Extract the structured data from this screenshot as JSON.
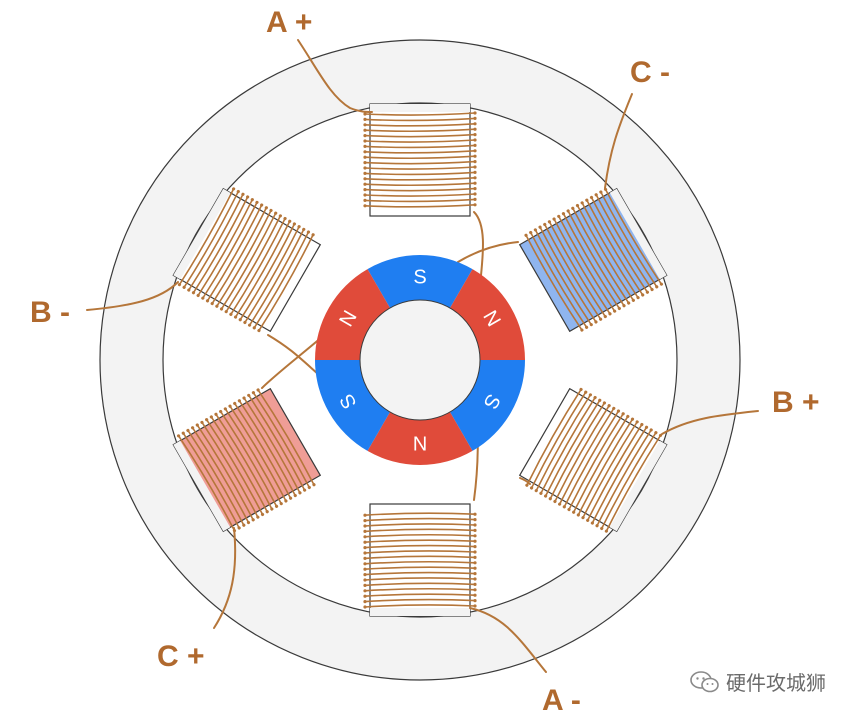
{
  "colors": {
    "wire": "#b5763a",
    "label": "#b0692e",
    "stator_fill": "#f3f3f3",
    "outline": "#3a3a3a",
    "north": "#e04b3a",
    "south": "#1f7ef1",
    "phase_b_active": "#8fb5ef",
    "phase_c_active": "#ef9d96"
  },
  "labels": {
    "a_plus": "A +",
    "a_minus": "A -",
    "b_plus": "B +",
    "b_minus": "B -",
    "c_plus": "C +",
    "c_minus": "C -"
  },
  "rotor": {
    "poles": [
      {
        "letter": "S",
        "polarity": "south"
      },
      {
        "letter": "N",
        "polarity": "north"
      },
      {
        "letter": "S",
        "polarity": "south"
      },
      {
        "letter": "N",
        "polarity": "north"
      },
      {
        "letter": "S",
        "polarity": "south"
      },
      {
        "letter": "N",
        "polarity": "north"
      }
    ]
  },
  "watermark": {
    "icon": "wechat-icon",
    "text": "硬件攻城狮"
  }
}
